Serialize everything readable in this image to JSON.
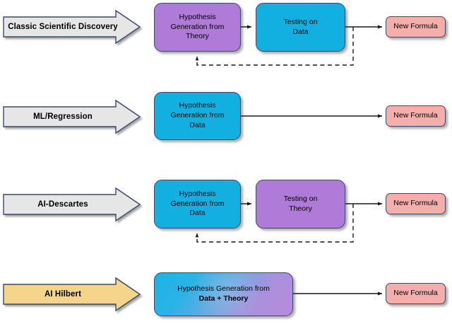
{
  "diagram": {
    "title": "Scientific discovery workflows comparison",
    "colors": {
      "purple": "#b07ad8",
      "blue": "#12b0e0",
      "pink": "#f6aeab",
      "grey_banner": "#e6e6e6",
      "yellow_banner": "#f5d58a",
      "stroke": "#3b4a6b",
      "line": "#1a1a1a"
    },
    "rows": [
      {
        "id": "classic-scientific-discovery",
        "banner": {
          "label": "Classic Scientific Discovery",
          "fill": "#e6e6e6"
        },
        "stages": [
          {
            "id": "hypothesis-generation-from-theory",
            "label": "Hypothesis\nGeneration from\nTheory",
            "fill": "purple"
          },
          {
            "id": "testing-on-data",
            "label": "Testing on\nData",
            "fill": "blue"
          }
        ],
        "output": {
          "id": "new-formula",
          "label": "New Formula"
        },
        "feedback": true
      },
      {
        "id": "ml-regression",
        "banner": {
          "label": "ML/Regression",
          "fill": "#e6e6e6"
        },
        "stages": [
          {
            "id": "hypothesis-generation-from-data",
            "label": "Hypothesis\nGeneration from\nData",
            "fill": "blue"
          }
        ],
        "output": {
          "id": "new-formula",
          "label": "New Formula"
        },
        "feedback": false
      },
      {
        "id": "ai-descartes",
        "banner": {
          "label": "AI-Descartes",
          "fill": "#e6e6e6"
        },
        "stages": [
          {
            "id": "hypothesis-generation-from-data",
            "label": "Hypothesis\nGeneration from\nData",
            "fill": "blue"
          },
          {
            "id": "testing-on-theory",
            "label": "Testing on\nTheory",
            "fill": "purple"
          }
        ],
        "output": {
          "id": "new-formula",
          "label": "New Formula"
        },
        "feedback": true
      },
      {
        "id": "ai-hilbert",
        "banner": {
          "label": "AI Hilbert",
          "fill": "#f5d58a"
        },
        "stages": [
          {
            "id": "hypothesis-generation-from-data-and-theory",
            "label": "Hypothesis Generation from\nData + Theory",
            "fill": "gradient"
          }
        ],
        "output": {
          "id": "new-formula",
          "label": "New Formula"
        },
        "feedback": false
      }
    ],
    "text": {
      "row1_banner": "Classic Scientific Discovery",
      "row1_box1_line1": "Hypothesis",
      "row1_box1_line2": "Generation from",
      "row1_box1_line3": "Theory",
      "row1_box2_line1": "Testing on",
      "row1_box2_line2": "Data",
      "row1_output": "New Formula",
      "row2_banner": "ML/Regression",
      "row2_box1_line1": "Hypothesis",
      "row2_box1_line2": "Generation from",
      "row2_box1_line3": "Data",
      "row2_output": "New Formula",
      "row3_banner": "AI-Descartes",
      "row3_box1_line1": "Hypothesis",
      "row3_box1_line2": "Generation from",
      "row3_box1_line3": "Data",
      "row3_box2_line1": "Testing on",
      "row3_box2_line2": "Theory",
      "row3_output": "New Formula",
      "row4_banner": "AI Hilbert",
      "row4_box1_line1": "Hypothesis Generation from",
      "row4_box1_line2": "Data + Theory",
      "row4_output": "New Formula"
    }
  }
}
